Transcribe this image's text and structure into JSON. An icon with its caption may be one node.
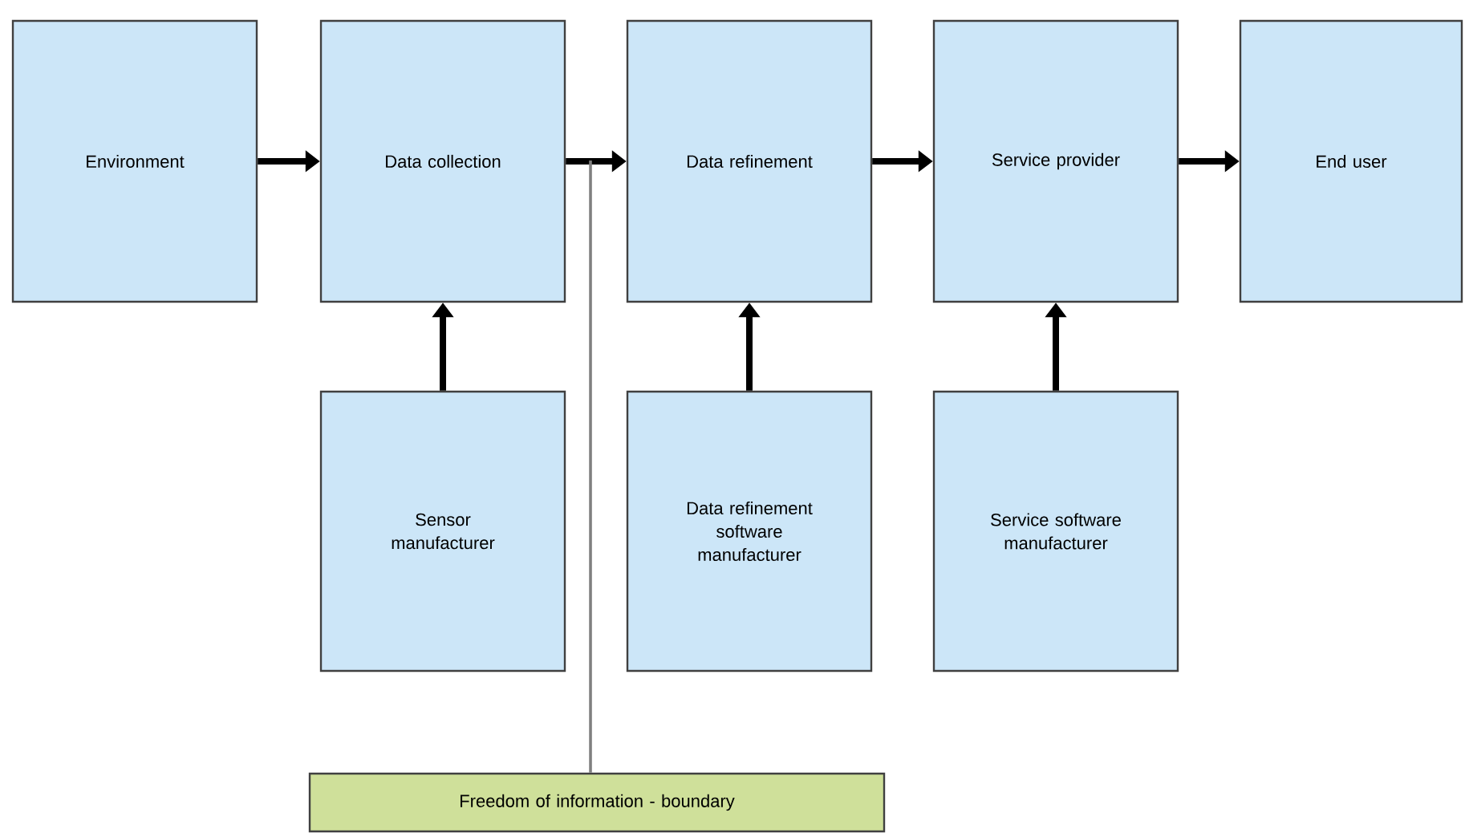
{
  "diagram": {
    "nodes": [
      {
        "text": [
          "Environment"
        ]
      },
      {
        "text": [
          "Data collection"
        ]
      },
      {
        "text": [
          "Data refinement"
        ]
      },
      {
        "text": [
          "Service provider"
        ]
      },
      {
        "text": [
          "End user"
        ]
      },
      {
        "text": [
          "Sensor manufacturer"
        ]
      },
      {
        "text": [
          "Data refinement software manufacturer"
        ]
      },
      {
        "text": [
          "Service software manufacturer"
        ]
      },
      {
        "text": [
          "Freedom of information - boundary"
        ]
      }
    ],
    "edges": [
      {
        "from": 0,
        "to": 1,
        "arrow": "to"
      },
      {
        "from": 1,
        "to": 2,
        "arrow": "to"
      },
      {
        "from": 2,
        "to": 3,
        "arrow": "to"
      },
      {
        "from": 3,
        "to": 4,
        "arrow": "to"
      },
      {
        "from": 5,
        "to": 1,
        "arrow": "to"
      },
      {
        "from": 6,
        "to": 2,
        "arrow": "to"
      },
      {
        "from": 7,
        "to": 3,
        "arrow": "to"
      },
      {
        "from": 8,
        "to": null,
        "arrow": "none",
        "color": "#808080"
      }
    ]
  }
}
